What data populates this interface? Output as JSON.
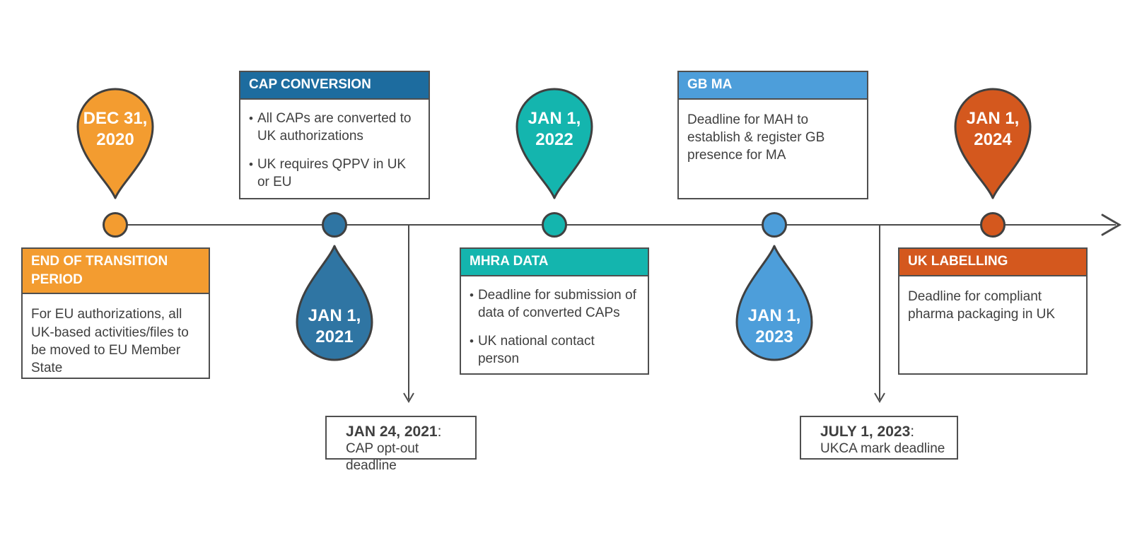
{
  "palette": {
    "axis": "#4a4a4a",
    "shape_outline": "#404040",
    "card_border": "#4f4f4f",
    "body_text": "#3f3f3f",
    "label_text": "#ffffff",
    "background": "#ffffff"
  },
  "milestones": [
    {
      "id": "dec-31-2020",
      "date_lines": [
        "DEC 31,",
        "2020"
      ],
      "marker": "pin-above",
      "color": "#F39C30",
      "card": {
        "title": "END OF TRANSITION PERIOD",
        "header_color": "#F39C30",
        "position": "below-line",
        "body": "For EU authorizations, all UK-based activities/files to be moved to EU Member State"
      }
    },
    {
      "id": "jan-1-2021",
      "date_lines": [
        "JAN 1,",
        "2021"
      ],
      "marker": "drop-below",
      "color": "#2F75A3",
      "card": {
        "title": "CAP CONVERSION",
        "header_color": "#1D6C9F",
        "position": "above-line",
        "bullets": [
          "All CAPs are converted to UK authorizations",
          "UK requires QPPV in UK or EU"
        ]
      },
      "callout": {
        "date": "JAN 24, 2021",
        "suffix": ":",
        "text": "CAP opt-out deadline"
      }
    },
    {
      "id": "jan-1-2022",
      "date_lines": [
        "JAN 1,",
        "2022"
      ],
      "marker": "pin-above",
      "color": "#14B5AE",
      "card": {
        "title": "MHRA DATA",
        "header_color": "#14B5AE",
        "position": "below-line",
        "bullets": [
          "Deadline for submission of data of converted CAPs",
          "UK national contact person"
        ]
      }
    },
    {
      "id": "jan-1-2023",
      "date_lines": [
        "JAN 1,",
        "2023"
      ],
      "marker": "drop-below",
      "color": "#4D9EDA",
      "card": {
        "title": "GB MA",
        "header_color": "#4D9EDA",
        "position": "above-line",
        "body": "Deadline for MAH to establish & register GB presence for MA"
      },
      "callout": {
        "date": "JULY 1, 2023",
        "suffix": ":",
        "text": "UKCA mark deadline"
      }
    },
    {
      "id": "jan-1-2024",
      "date_lines": [
        "JAN 1,",
        "2024"
      ],
      "marker": "pin-above",
      "color": "#D4581E",
      "card": {
        "title": "UK LABELLING",
        "header_color": "#D4581E",
        "position": "below-line",
        "body": "Deadline for compliant pharma packaging in UK"
      }
    }
  ]
}
